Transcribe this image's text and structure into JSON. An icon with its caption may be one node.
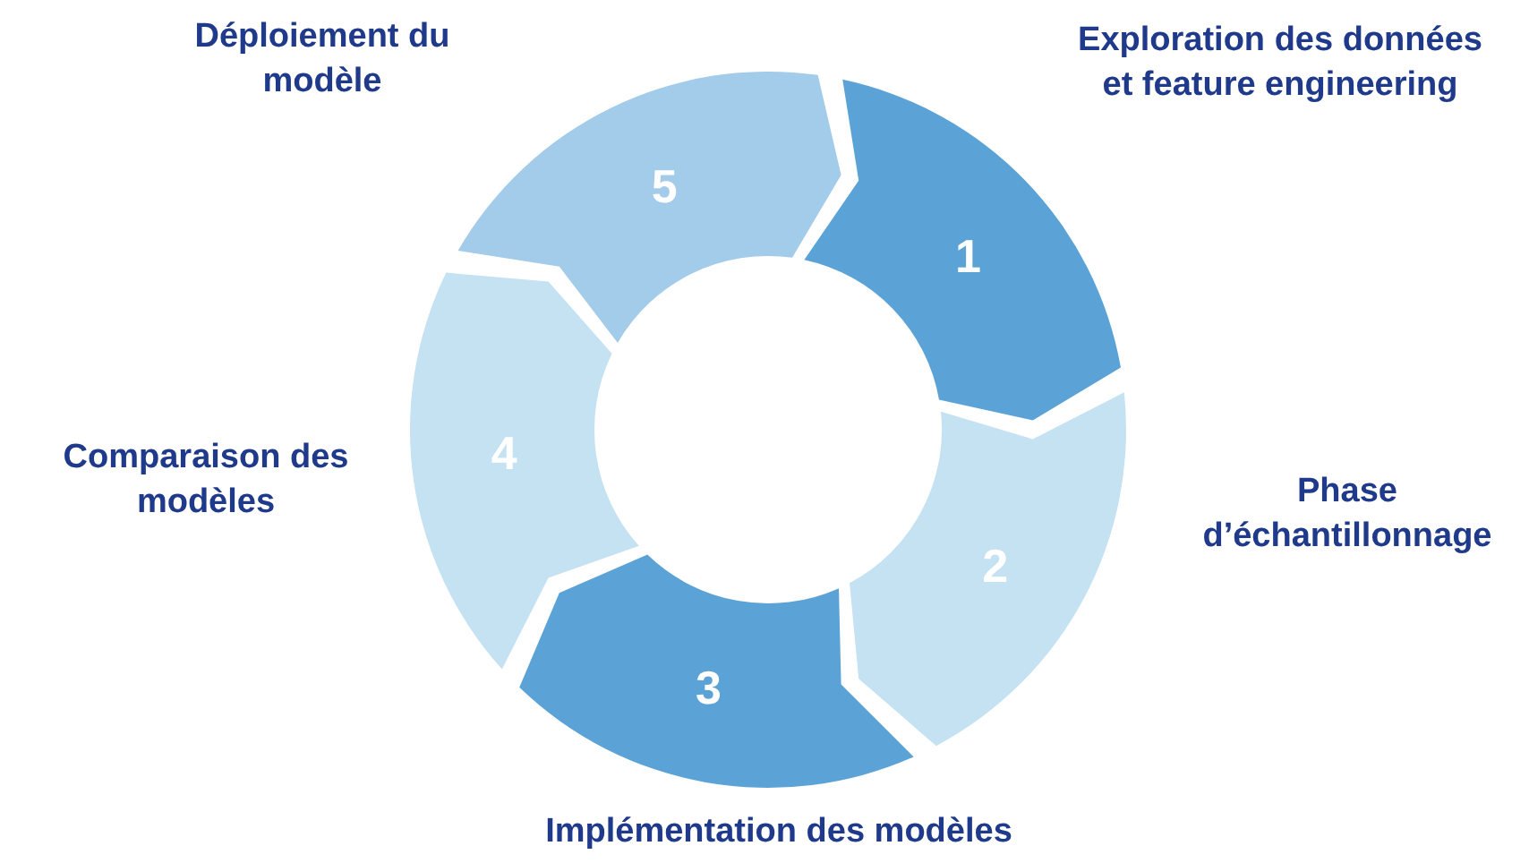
{
  "diagram": {
    "nodes": [
      {
        "text": [
          "1"
        ],
        "beside": [
          "Exploration des données et feature engineering"
        ]
      },
      {
        "text": [
          "2"
        ],
        "beside": [
          "Phase d’échantillonnage"
        ]
      },
      {
        "text": [
          "3"
        ],
        "beside": [
          "Implémentation des modèles"
        ]
      },
      {
        "text": [
          "4"
        ],
        "beside": [
          "Comparaison des modèles"
        ]
      },
      {
        "text": [
          "5"
        ],
        "beside": [
          "Déploiement du modèle"
        ]
      }
    ]
  }
}
